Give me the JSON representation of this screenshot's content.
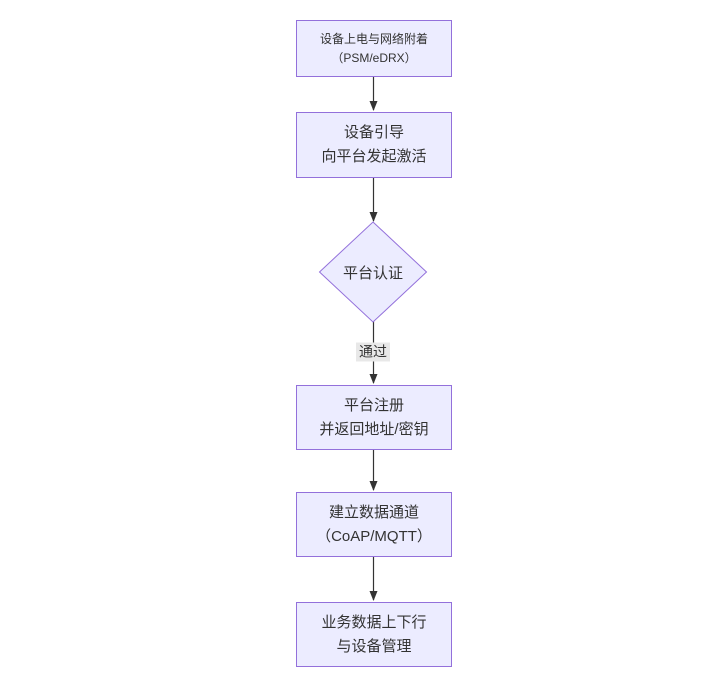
{
  "diagram": {
    "type": "flowchart-top-down",
    "colors": {
      "node_fill": "#ECECFF",
      "node_border": "#9370DB",
      "line": "#333333",
      "text": "#333333",
      "edge_label_bg": "#e8e8e8",
      "canvas_bg": "#ffffff"
    },
    "nodes": [
      {
        "id": "power-attach",
        "shape": "rect",
        "lines": [
          "设备上电与网络附着",
          "（PSM/eDRX）"
        ]
      },
      {
        "id": "bootstrap",
        "shape": "rect",
        "lines": [
          "设备引导",
          "向平台发起激活"
        ]
      },
      {
        "id": "platform-auth",
        "shape": "diamond",
        "lines": [
          "平台认证"
        ]
      },
      {
        "id": "platform-register",
        "shape": "rect",
        "lines": [
          "平台注册",
          "并返回地址/密钥"
        ]
      },
      {
        "id": "data-channel",
        "shape": "rect",
        "lines": [
          "建立数据通道",
          "（CoAP/MQTT）"
        ]
      },
      {
        "id": "business-data",
        "shape": "rect",
        "lines": [
          "业务数据上下行",
          "与设备管理"
        ]
      }
    ],
    "edges": [
      {
        "from": "power-attach",
        "to": "bootstrap",
        "label": ""
      },
      {
        "from": "bootstrap",
        "to": "platform-auth",
        "label": ""
      },
      {
        "from": "platform-auth",
        "to": "platform-register",
        "label": "通过"
      },
      {
        "from": "platform-register",
        "to": "data-channel",
        "label": ""
      },
      {
        "from": "data-channel",
        "to": "business-data",
        "label": ""
      }
    ]
  }
}
